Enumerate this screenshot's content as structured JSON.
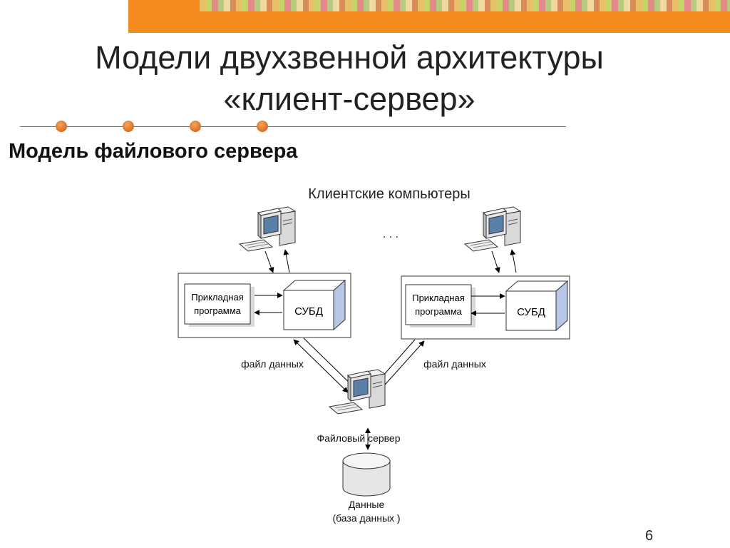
{
  "slide": {
    "title_line1": "Модели двухзвенной архитектуры",
    "title_line2": "«клиент-сервер»",
    "subtitle": "Модель файлового сервера",
    "page_number": "6"
  },
  "diagram": {
    "clients_label": "Клиентские компьютеры",
    "ellipsis": ". . .",
    "app_label_line1": "Прикладная",
    "app_label_line2": "программа",
    "dbms_label": "СУБД",
    "data_file_label": "файл данных",
    "file_server_label": "Файловый сервер",
    "data_label_line1": "Данные",
    "data_label_line2": "(база данных )"
  },
  "colors": {
    "banner": "#f28a1e",
    "accent_dot": "#e07020",
    "divider": "#5b8a2b",
    "cube_side": "#b7c6e6"
  }
}
